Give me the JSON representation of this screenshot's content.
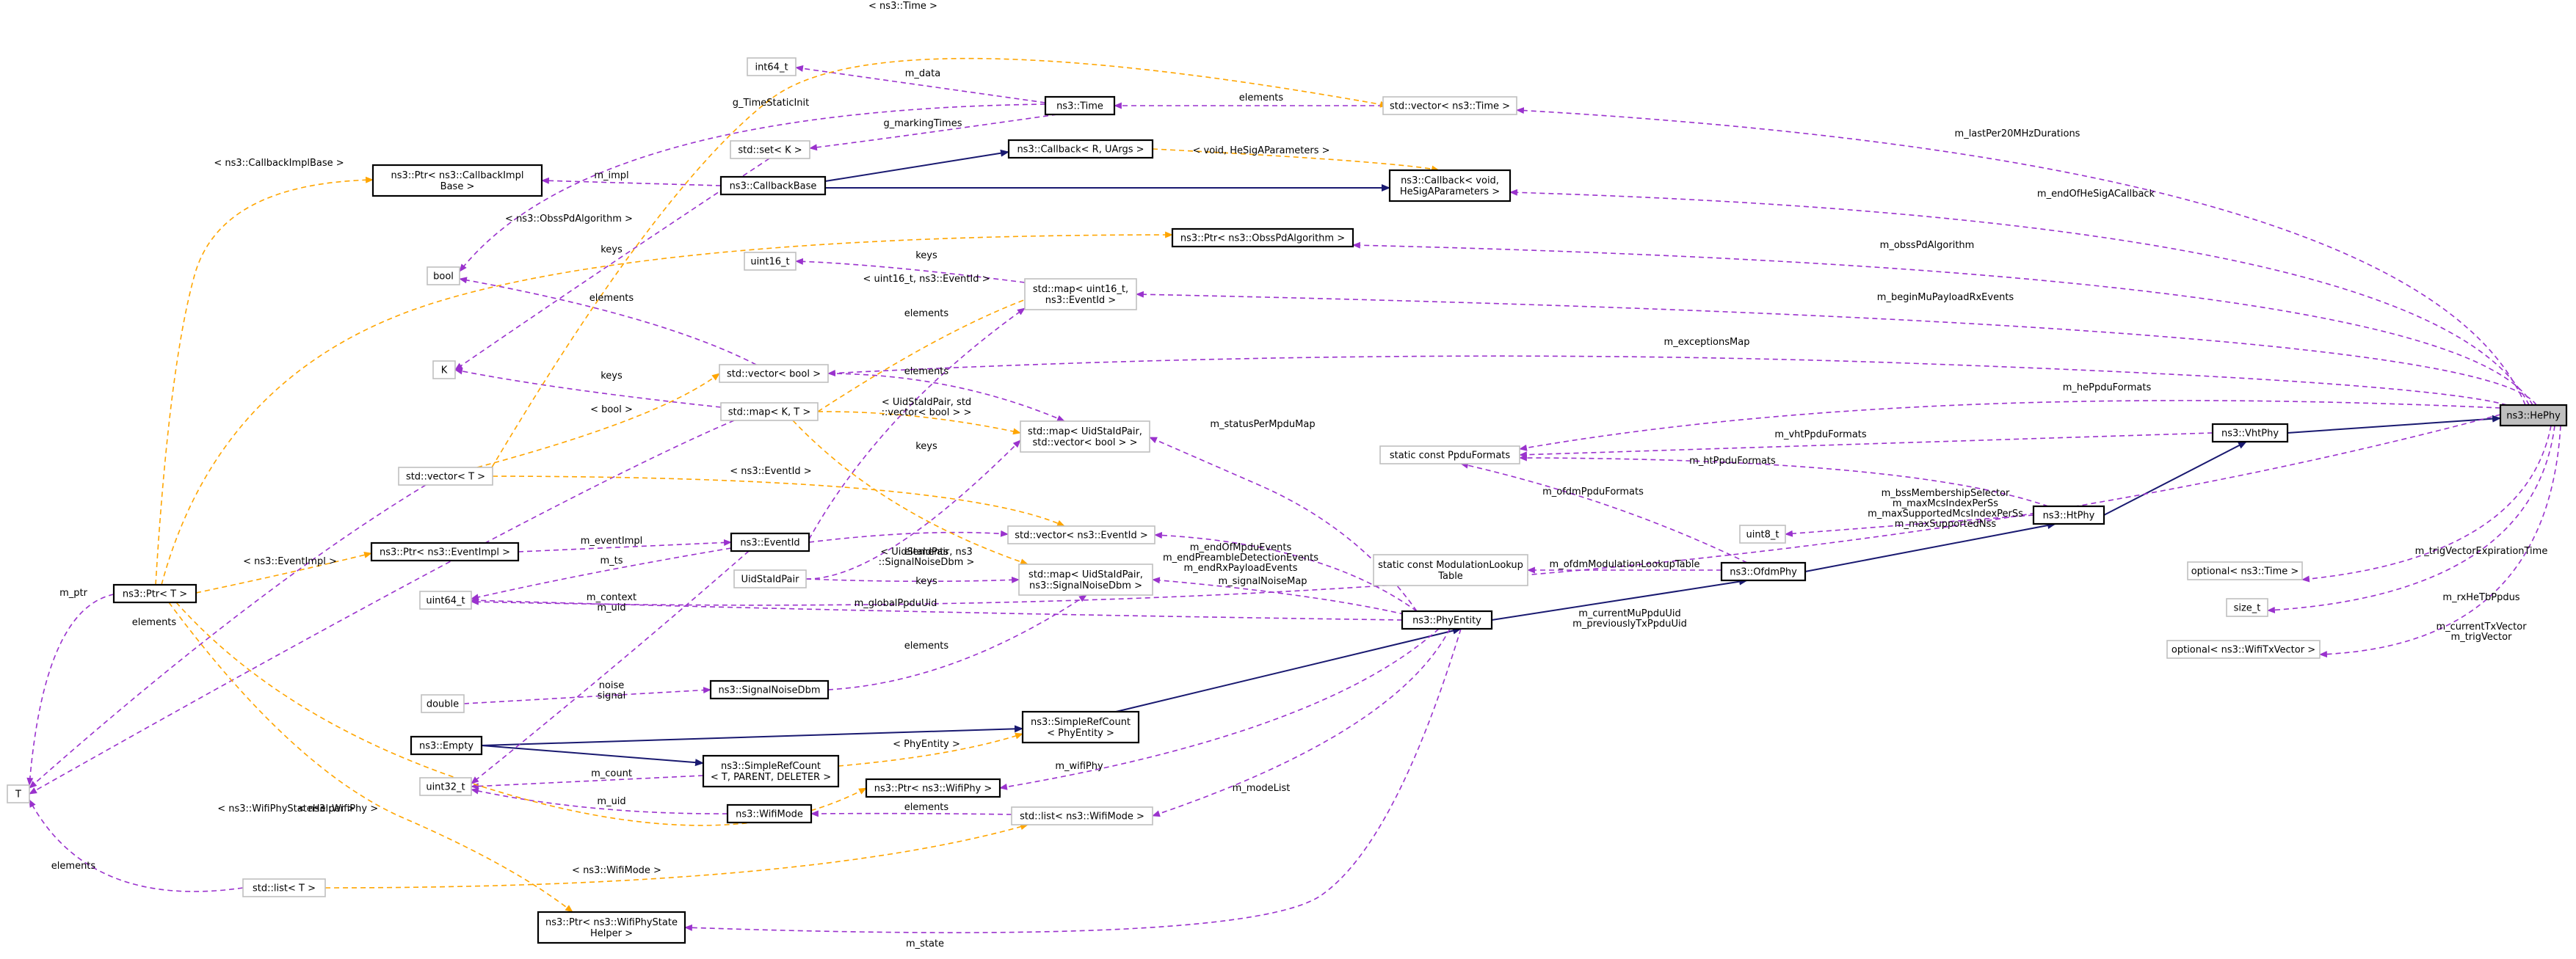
{
  "diagram": {
    "colors": {
      "inherit": "#191970",
      "member": "#9a32cd",
      "template": "#ffa500"
    },
    "nodes": [
      {
        "id": "HePhy",
        "lines": [
          "ns3::HePhy"
        ]
      },
      {
        "id": "VhtPhy",
        "lines": [
          "ns3::VhtPhy"
        ]
      },
      {
        "id": "HtPhy",
        "lines": [
          "ns3::HtPhy"
        ]
      },
      {
        "id": "OfdmPhy",
        "lines": [
          "ns3::OfdmPhy"
        ]
      },
      {
        "id": "PhyEntity",
        "lines": [
          "ns3::PhyEntity"
        ]
      },
      {
        "id": "SimpleRefCountPE",
        "lines": [
          "ns3::SimpleRefCount",
          "< PhyEntity >"
        ]
      },
      {
        "id": "SimpleRefCountT",
        "lines": [
          "ns3::SimpleRefCount",
          "< T, PARENT, DELETER >"
        ]
      },
      {
        "id": "Empty",
        "lines": [
          "ns3::Empty"
        ]
      },
      {
        "id": "T",
        "lines": [
          "T"
        ]
      },
      {
        "id": "PtrT",
        "lines": [
          "ns3::Ptr< T >"
        ]
      },
      {
        "id": "PtrCallbackImplBase",
        "lines": [
          "ns3::Ptr< ns3::CallbackImpl",
          "Base >"
        ]
      },
      {
        "id": "CallbackBase",
        "lines": [
          "ns3::CallbackBase"
        ]
      },
      {
        "id": "CallbackRU",
        "lines": [
          "ns3::Callback< R, UArgs >"
        ]
      },
      {
        "id": "CallbackHeSig",
        "lines": [
          "ns3::Callback< void,",
          "HeSigAParameters >"
        ]
      },
      {
        "id": "Time",
        "lines": [
          "ns3::Time"
        ]
      },
      {
        "id": "int64_t",
        "lines": [
          "int64_t"
        ]
      },
      {
        "id": "setK",
        "lines": [
          "std::set< K >"
        ]
      },
      {
        "id": "vectorTime",
        "lines": [
          "std::vector< ns3::Time >"
        ]
      },
      {
        "id": "PtrObssPd",
        "lines": [
          "ns3::Ptr< ns3::ObssPdAlgorithm >"
        ]
      },
      {
        "id": "bool",
        "lines": [
          "bool"
        ]
      },
      {
        "id": "uint16_t",
        "lines": [
          "uint16_t"
        ]
      },
      {
        "id": "mapUint16Event",
        "lines": [
          "std::map< uint16_t,",
          "ns3::EventId >"
        ]
      },
      {
        "id": "K",
        "lines": [
          "K"
        ]
      },
      {
        "id": "vectorBool",
        "lines": [
          "std::vector< bool >"
        ]
      },
      {
        "id": "mapKT",
        "lines": [
          "std::map< K, T >"
        ]
      },
      {
        "id": "mapUidVectorBool",
        "lines": [
          "std::map< UidStaIdPair,",
          "std::vector< bool > >"
        ]
      },
      {
        "id": "vectorT",
        "lines": [
          "std::vector< T >"
        ]
      },
      {
        "id": "staticPpdu",
        "lines": [
          "static const PpduFormats"
        ]
      },
      {
        "id": "uint8_t",
        "lines": [
          "uint8_t"
        ]
      },
      {
        "id": "PtrEventImpl",
        "lines": [
          "ns3::Ptr< ns3::EventImpl >"
        ]
      },
      {
        "id": "EventId",
        "lines": [
          "ns3::EventId"
        ]
      },
      {
        "id": "vectorEventId",
        "lines": [
          "std::vector< ns3::EventId >"
        ]
      },
      {
        "id": "UidStaIdPair",
        "lines": [
          "UidStaIdPair"
        ]
      },
      {
        "id": "mapUidSignal",
        "lines": [
          "std::map< UidStaIdPair,",
          "ns3::SignalNoiseDbm >"
        ]
      },
      {
        "id": "uint64_t",
        "lines": [
          "uint64_t"
        ]
      },
      {
        "id": "staticModulation",
        "lines": [
          "static const ModulationLookup",
          "Table"
        ]
      },
      {
        "id": "optionalTime",
        "lines": [
          "optional< ns3::Time >"
        ]
      },
      {
        "id": "size_t",
        "lines": [
          "size_t"
        ]
      },
      {
        "id": "optionalTxVector",
        "lines": [
          "optional< ns3::WifiTxVector >"
        ]
      },
      {
        "id": "double",
        "lines": [
          "double"
        ]
      },
      {
        "id": "SignalNoiseDbm",
        "lines": [
          "ns3::SignalNoiseDbm"
        ]
      },
      {
        "id": "uint32_t",
        "lines": [
          "uint32_t"
        ]
      },
      {
        "id": "PtrWifiPhy",
        "lines": [
          "ns3::Ptr< ns3::WifiPhy >"
        ]
      },
      {
        "id": "WifiMode",
        "lines": [
          "ns3::WifiMode"
        ]
      },
      {
        "id": "listWifiMode",
        "lines": [
          "std::list< ns3::WifiMode >"
        ]
      },
      {
        "id": "listT",
        "lines": [
          "std::list< T >"
        ]
      },
      {
        "id": "PtrWifiPhyState",
        "lines": [
          "ns3::Ptr< ns3::WifiPhyState",
          "Helper >"
        ]
      }
    ],
    "edges": [
      {
        "from": "VhtPhy",
        "to": "HePhy",
        "kind": "inherit",
        "lines": []
      },
      {
        "from": "HtPhy",
        "to": "VhtPhy",
        "kind": "inherit",
        "lines": []
      },
      {
        "from": "OfdmPhy",
        "to": "HtPhy",
        "kind": "inherit",
        "lines": []
      },
      {
        "from": "PhyEntity",
        "to": "OfdmPhy",
        "kind": "inherit",
        "lines": []
      },
      {
        "from": "SimpleRefCountPE",
        "to": "PhyEntity",
        "kind": "inherit",
        "lines": []
      },
      {
        "from": "Empty",
        "to": "SimpleRefCountPE",
        "kind": "inherit",
        "lines": []
      },
      {
        "from": "Empty",
        "to": "SimpleRefCountT",
        "kind": "inherit",
        "lines": []
      },
      {
        "from": "CallbackBase",
        "to": "CallbackRU",
        "kind": "inherit",
        "lines": []
      },
      {
        "from": "CallbackBase",
        "to": "CallbackHeSig",
        "kind": "inherit",
        "lines": []
      },
      {
        "from": "vectorTime",
        "to": "HePhy",
        "kind": "member",
        "lines": [
          "m_lastPer20MHzDurations"
        ]
      },
      {
        "from": "CallbackHeSig",
        "to": "HePhy",
        "kind": "member",
        "lines": [
          "m_endOfHeSigACallback"
        ]
      },
      {
        "from": "PtrObssPd",
        "to": "HePhy",
        "kind": "member",
        "lines": [
          "m_obssPdAlgorithm"
        ]
      },
      {
        "from": "mapUint16Event",
        "to": "HePhy",
        "kind": "member",
        "lines": [
          "m_beginMuPayloadRxEvents"
        ]
      },
      {
        "from": "vectorBool",
        "to": "HePhy",
        "kind": "member",
        "lines": [
          "m_exceptionsMap"
        ]
      },
      {
        "from": "staticPpdu",
        "to": "HePhy",
        "kind": "member",
        "lines": [
          "m_hePpduFormats"
        ]
      },
      {
        "from": "optionalTime",
        "to": "HePhy",
        "kind": "member",
        "lines": [
          "m_trigVectorExpirationTime"
        ]
      },
      {
        "from": "size_t",
        "to": "HePhy",
        "kind": "member",
        "lines": [
          "m_rxHeTbPpdus"
        ]
      },
      {
        "from": "optionalTxVector",
        "to": "HePhy",
        "kind": "member",
        "lines": [
          "m_currentTxVector",
          "m_trigVector"
        ]
      },
      {
        "from": "uint64_t",
        "to": "HePhy",
        "kind": "member",
        "lines": [
          "m_currentMuPpduUid",
          "m_previouslyTxPpduUid"
        ]
      },
      {
        "from": "staticPpdu",
        "to": "VhtPhy",
        "kind": "member",
        "lines": [
          "m_vhtPpduFormats"
        ]
      },
      {
        "from": "staticPpdu",
        "to": "HtPhy",
        "kind": "member",
        "lines": [
          "m_htPpduFormats"
        ]
      },
      {
        "from": "uint8_t",
        "to": "HtPhy",
        "kind": "member",
        "lines": [
          "m_bssMembershipSelector",
          "m_maxMcsIndexPerSs",
          "m_maxSupportedMcsIndexPerSs",
          "m_maxSupportedNss"
        ]
      },
      {
        "from": "staticPpdu",
        "to": "OfdmPhy",
        "kind": "member",
        "lines": [
          "m_ofdmPpduFormats"
        ]
      },
      {
        "from": "staticModulation",
        "to": "OfdmPhy",
        "kind": "member",
        "lines": [
          "m_ofdmModulationLookupTable"
        ]
      },
      {
        "from": "mapUidVectorBool",
        "to": "PhyEntity",
        "kind": "member",
        "lines": [
          "m_statusPerMpduMap"
        ]
      },
      {
        "from": "vectorEventId",
        "to": "PhyEntity",
        "kind": "member",
        "lines": [
          "m_endOfMpduEvents",
          "m_endPreambleDetectionEvents",
          "m_endRxPayloadEvents"
        ]
      },
      {
        "from": "mapUidSignal",
        "to": "PhyEntity",
        "kind": "member",
        "lines": [
          "m_signalNoiseMap"
        ]
      },
      {
        "from": "uint64_t",
        "to": "PhyEntity",
        "kind": "member",
        "lines": [
          "m_globalPpduUid"
        ]
      },
      {
        "from": "PtrWifiPhy",
        "to": "PhyEntity",
        "kind": "member",
        "lines": [
          "m_wifiPhy"
        ]
      },
      {
        "from": "listWifiMode",
        "to": "PhyEntity",
        "kind": "member",
        "lines": [
          "m_modeList"
        ]
      },
      {
        "from": "PtrWifiPhyState",
        "to": "PhyEntity",
        "kind": "member",
        "lines": [
          "m_state"
        ]
      },
      {
        "from": "int64_t",
        "to": "Time",
        "kind": "member",
        "lines": [
          "m_data"
        ]
      },
      {
        "from": "setK",
        "to": "Time",
        "kind": "member",
        "lines": [
          "g_markingTimes"
        ]
      },
      {
        "from": "bool",
        "to": "Time",
        "kind": "member",
        "lines": [
          "g_TimeStaticInit"
        ]
      },
      {
        "from": "Time",
        "to": "vectorTime",
        "kind": "member",
        "lines": [
          "elements"
        ]
      },
      {
        "from": "PtrCallbackImplBase",
        "to": "CallbackBase",
        "kind": "member",
        "lines": [
          "m_impl"
        ]
      },
      {
        "from": "K",
        "to": "setK",
        "kind": "member",
        "lines": [
          "keys"
        ]
      },
      {
        "from": "uint16_t",
        "to": "mapUint16Event",
        "kind": "member",
        "lines": [
          "keys"
        ]
      },
      {
        "from": "EventId",
        "to": "mapUint16Event",
        "kind": "member",
        "lines": [
          "elements"
        ]
      },
      {
        "from": "bool",
        "to": "vectorBool",
        "kind": "member",
        "lines": [
          "elements"
        ]
      },
      {
        "from": "K",
        "to": "mapKT",
        "kind": "member",
        "lines": [
          "keys"
        ]
      },
      {
        "from": "T",
        "to": "mapKT",
        "kind": "member",
        "lines": [
          "elements"
        ]
      },
      {
        "from": "vectorBool",
        "to": "mapUidVectorBool",
        "kind": "member",
        "lines": [
          "elements"
        ]
      },
      {
        "from": "UidStaIdPair",
        "to": "mapUidVectorBool",
        "kind": "member",
        "lines": [
          "keys"
        ]
      },
      {
        "from": "T",
        "to": "vectorT",
        "kind": "member",
        "lines": [
          "elements"
        ]
      },
      {
        "from": "PtrEventImpl",
        "to": "EventId",
        "kind": "member",
        "lines": [
          "m_eventImpl"
        ]
      },
      {
        "from": "uint64_t",
        "to": "EventId",
        "kind": "member",
        "lines": [
          "m_ts"
        ]
      },
      {
        "from": "uint32_t",
        "to": "EventId",
        "kind": "member",
        "lines": [
          "m_context",
          "m_uid"
        ]
      },
      {
        "from": "EventId",
        "to": "vectorEventId",
        "kind": "member",
        "lines": [
          "elements"
        ]
      },
      {
        "from": "UidStaIdPair",
        "to": "mapUidSignal",
        "kind": "member",
        "lines": [
          "keys"
        ]
      },
      {
        "from": "SignalNoiseDbm",
        "to": "mapUidSignal",
        "kind": "member",
        "lines": [
          "elements"
        ]
      },
      {
        "from": "double",
        "to": "SignalNoiseDbm",
        "kind": "member",
        "lines": [
          "noise",
          "signal"
        ]
      },
      {
        "from": "T",
        "to": "PtrT",
        "kind": "member",
        "lines": [
          "m_ptr"
        ]
      },
      {
        "from": "uint32_t",
        "to": "SimpleRefCountT",
        "kind": "member",
        "lines": [
          "m_count"
        ]
      },
      {
        "from": "uint32_t",
        "to": "WifiMode",
        "kind": "member",
        "lines": [
          "m_uid"
        ]
      },
      {
        "from": "WifiMode",
        "to": "listWifiMode",
        "kind": "member",
        "lines": [
          "elements"
        ]
      },
      {
        "from": "T",
        "to": "listT",
        "kind": "member",
        "lines": [
          "elements"
        ]
      },
      {
        "from": "PtrT",
        "to": "PtrCallbackImplBase",
        "kind": "template",
        "lines": [
          "< ns3::CallbackImplBase >"
        ]
      },
      {
        "from": "PtrT",
        "to": "PtrObssPd",
        "kind": "template",
        "lines": [
          "< ns3::ObssPdAlgorithm >"
        ]
      },
      {
        "from": "PtrT",
        "to": "PtrEventImpl",
        "kind": "template",
        "lines": [
          "< ns3::EventImpl >"
        ]
      },
      {
        "from": "PtrT",
        "to": "PtrWifiPhy",
        "kind": "template",
        "lines": [
          "< ns3::WifiPhy >"
        ]
      },
      {
        "from": "PtrT",
        "to": "PtrWifiPhyState",
        "kind": "template",
        "lines": [
          "< ns3::WifiPhyStateHelper >"
        ]
      },
      {
        "from": "vectorT",
        "to": "vectorTime",
        "kind": "template",
        "lines": [
          "< ns3::Time >"
        ]
      },
      {
        "from": "vectorT",
        "to": "vectorBool",
        "kind": "template",
        "lines": [
          "< bool >"
        ]
      },
      {
        "from": "vectorT",
        "to": "vectorEventId",
        "kind": "template",
        "lines": [
          "< ns3::EventId >"
        ]
      },
      {
        "from": "CallbackRU",
        "to": "CallbackHeSig",
        "kind": "template",
        "lines": [
          "< void, HeSigAParameters >"
        ]
      },
      {
        "from": "mapKT",
        "to": "mapUint16Event",
        "kind": "template",
        "lines": [
          "< uint16_t, ns3::EventId >"
        ]
      },
      {
        "from": "mapKT",
        "to": "mapUidVectorBool",
        "kind": "template",
        "lines": [
          "< UidStaIdPair, std",
          "::vector< bool > >"
        ]
      },
      {
        "from": "mapKT",
        "to": "mapUidSignal",
        "kind": "template",
        "lines": [
          "< UidStaIdPair, ns3",
          "::SignalNoiseDbm >"
        ]
      },
      {
        "from": "SimpleRefCountT",
        "to": "SimpleRefCountPE",
        "kind": "template",
        "lines": [
          "< PhyEntity >"
        ]
      },
      {
        "from": "listT",
        "to": "listWifiMode",
        "kind": "template",
        "lines": [
          "< ns3::WifiMode >"
        ]
      }
    ]
  }
}
